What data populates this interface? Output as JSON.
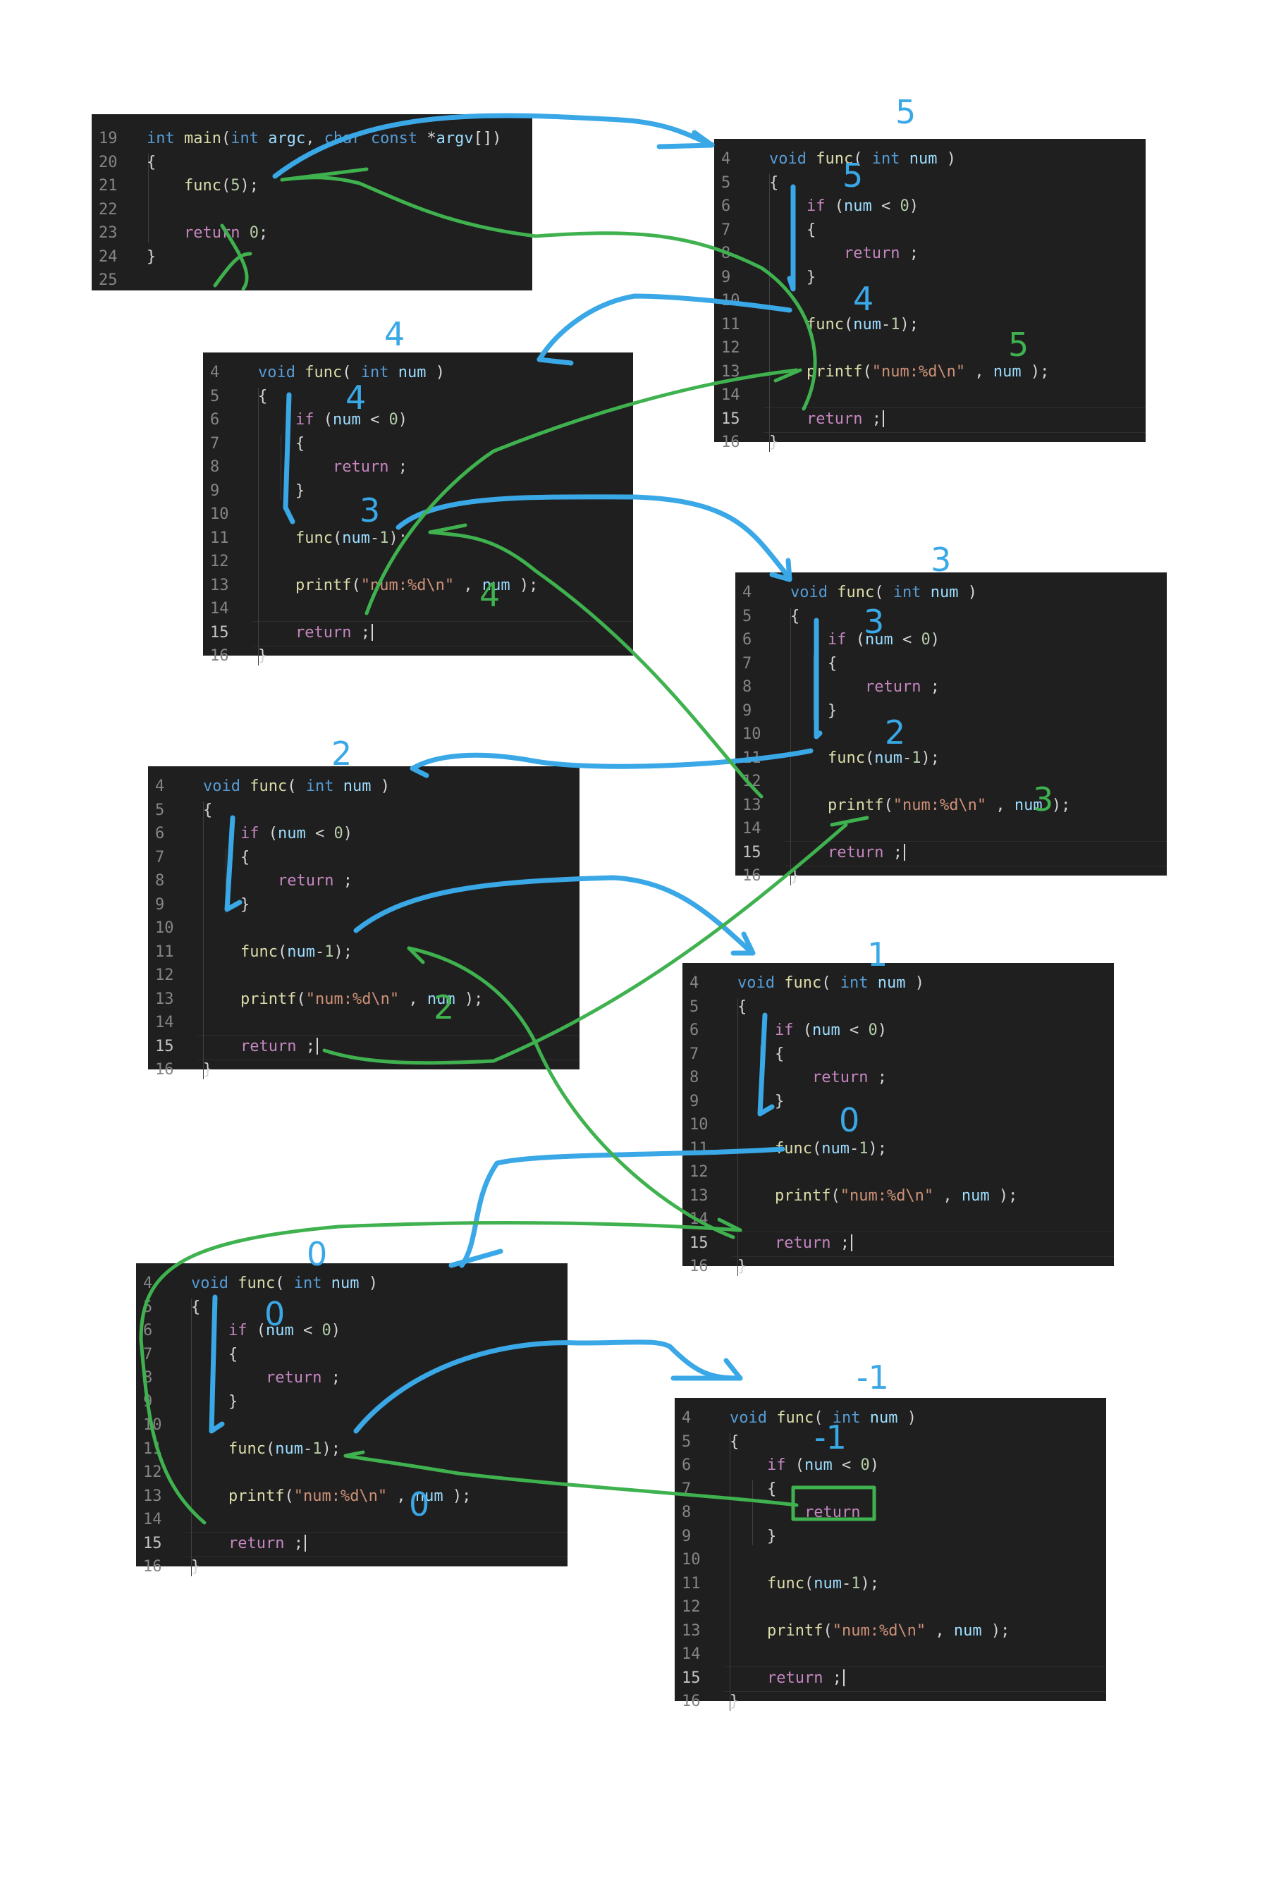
{
  "colors": {
    "panel_bg": "#1f1f1f",
    "keyword": "#569cd6",
    "function": "#dcdcaa",
    "control": "#c586c0",
    "variable": "#9cdcfe",
    "string": "#ce9178",
    "number": "#b5cea8",
    "line_number": "#858585",
    "annotation_blue": "#3aa8e6",
    "annotation_green": "#3fb24f"
  },
  "main_panel": {
    "lines": [
      {
        "n": "19",
        "tokens": [
          [
            "kw",
            "int "
          ],
          [
            "fn",
            "main"
          ],
          [
            "p",
            "("
          ],
          [
            "kw",
            "int "
          ],
          [
            "var",
            "argc"
          ],
          [
            "p",
            ", "
          ],
          [
            "kw",
            "char const "
          ],
          [
            "p",
            "*"
          ],
          [
            "var",
            "argv"
          ],
          [
            "p",
            "[])"
          ]
        ]
      },
      {
        "n": "20",
        "tokens": [
          [
            "p",
            "{"
          ]
        ]
      },
      {
        "n": "21",
        "tokens": [
          [
            "p",
            "    "
          ],
          [
            "fn",
            "func"
          ],
          [
            "p",
            "("
          ],
          [
            "num",
            "5"
          ],
          [
            "p",
            ");"
          ]
        ]
      },
      {
        "n": "22",
        "tokens": []
      },
      {
        "n": "23",
        "tokens": [
          [
            "p",
            "    "
          ],
          [
            "ctl",
            "return "
          ],
          [
            "num",
            "0"
          ],
          [
            "p",
            ";"
          ]
        ]
      },
      {
        "n": "24",
        "tokens": [
          [
            "p",
            "}"
          ]
        ]
      },
      {
        "n": "25",
        "tokens": []
      }
    ]
  },
  "func_template": {
    "lines": [
      {
        "n": "4",
        "tokens": [
          [
            "kw",
            "void "
          ],
          [
            "fn",
            "func"
          ],
          [
            "p",
            "( "
          ],
          [
            "kw",
            "int "
          ],
          [
            "var",
            "num"
          ],
          [
            "p",
            " )"
          ]
        ]
      },
      {
        "n": "5",
        "tokens": [
          [
            "p",
            "{"
          ]
        ]
      },
      {
        "n": "6",
        "tokens": [
          [
            "p",
            "    "
          ],
          [
            "ctl",
            "if "
          ],
          [
            "p",
            "("
          ],
          [
            "var",
            "num "
          ],
          [
            "p",
            "< "
          ],
          [
            "num",
            "0"
          ],
          [
            "p",
            ")"
          ]
        ]
      },
      {
        "n": "7",
        "tokens": [
          [
            "p",
            "    {"
          ]
        ]
      },
      {
        "n": "8",
        "tokens": [
          [
            "p",
            "        "
          ],
          [
            "ctl",
            "return "
          ],
          [
            "p",
            ";"
          ]
        ]
      },
      {
        "n": "9",
        "tokens": [
          [
            "p",
            "    }"
          ]
        ]
      },
      {
        "n": "10",
        "tokens": []
      },
      {
        "n": "11",
        "tokens": [
          [
            "p",
            "    "
          ],
          [
            "fn",
            "func"
          ],
          [
            "p",
            "("
          ],
          [
            "var",
            "num"
          ],
          [
            "p",
            "-"
          ],
          [
            "num",
            "1"
          ],
          [
            "p",
            ");"
          ]
        ]
      },
      {
        "n": "12",
        "tokens": []
      },
      {
        "n": "13",
        "tokens": [
          [
            "p",
            "    "
          ],
          [
            "fn",
            "printf"
          ],
          [
            "p",
            "("
          ],
          [
            "str",
            "\"num:%d\\n\""
          ],
          [
            "p",
            " , "
          ],
          [
            "var",
            "num "
          ],
          [
            "p",
            ");"
          ]
        ]
      },
      {
        "n": "14",
        "tokens": []
      },
      {
        "n": "15",
        "tokens": [
          [
            "p",
            "    "
          ],
          [
            "ctl",
            "return "
          ],
          [
            "p",
            ";"
          ]
        ]
      },
      {
        "n": "16",
        "tokens": [
          [
            "p",
            "}"
          ]
        ]
      }
    ]
  },
  "panels": [
    {
      "id": "main",
      "kind": "main"
    },
    {
      "id": "call-5",
      "kind": "func",
      "annotations": [
        "5",
        "5",
        "4",
        "5"
      ]
    },
    {
      "id": "call-4",
      "kind": "func",
      "annotations": [
        "4",
        "4",
        "3",
        "4"
      ]
    },
    {
      "id": "call-3",
      "kind": "func",
      "annotations": [
        "3",
        "3",
        "2",
        "3"
      ]
    },
    {
      "id": "call-2",
      "kind": "func",
      "annotations": [
        "2",
        "2"
      ]
    },
    {
      "id": "call-1",
      "kind": "func",
      "annotations": [
        "1",
        "0"
      ]
    },
    {
      "id": "call-0",
      "kind": "func",
      "annotations": [
        "0",
        "0",
        "0"
      ]
    },
    {
      "id": "call-neg1",
      "kind": "func",
      "annotations": [
        "-1",
        "-1"
      ]
    }
  ]
}
